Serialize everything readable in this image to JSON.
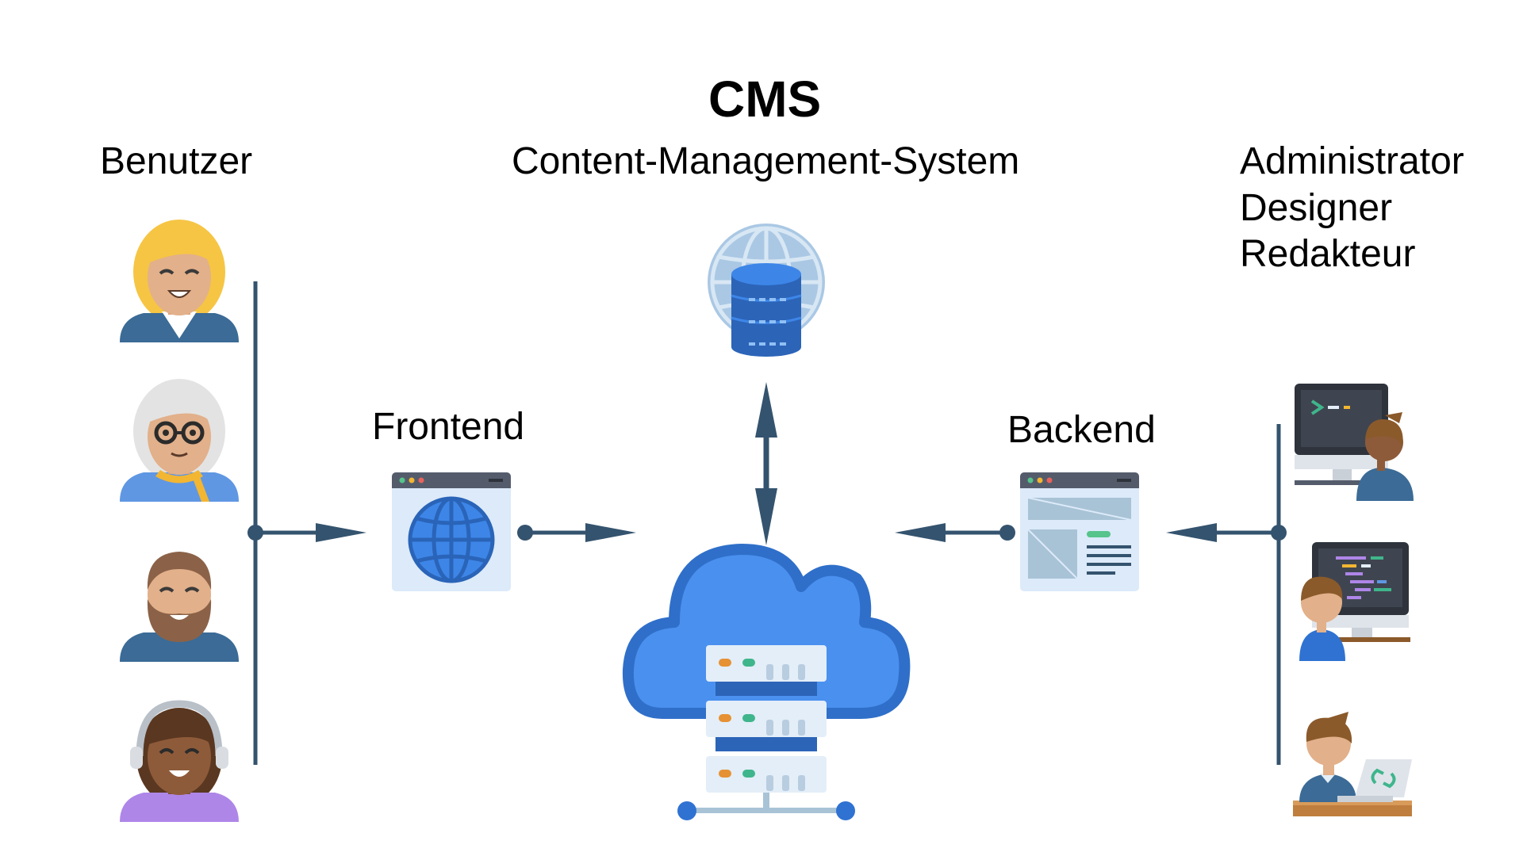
{
  "title": "CMS",
  "subtitle": "Content-Management-System",
  "users_label": "Benutzer",
  "frontend_label": "Frontend",
  "backend_label": "Backend",
  "admin_roles": [
    "Administrator",
    "Designer",
    "Redakteur"
  ],
  "colors": {
    "connector": "#34536e",
    "cloud": "#3d86e8",
    "cloud_outline": "#2f6fc9",
    "globe": "#aac8e4",
    "database": "#2c64b8",
    "window_bar": "#545c6c",
    "window_body": "#dceaf9"
  },
  "icons": {
    "users": [
      "woman-blonde-icon",
      "woman-grey-hair-glasses-icon",
      "man-bearded-icon",
      "woman-headset-icon"
    ],
    "admins": [
      "developer-terminal-icon",
      "developer-code-icon",
      "designer-laptop-icon"
    ],
    "frontend": "browser-globe-icon",
    "backend": "browser-layout-icon",
    "database": "globe-database-icon",
    "server": "cloud-server-icon"
  }
}
